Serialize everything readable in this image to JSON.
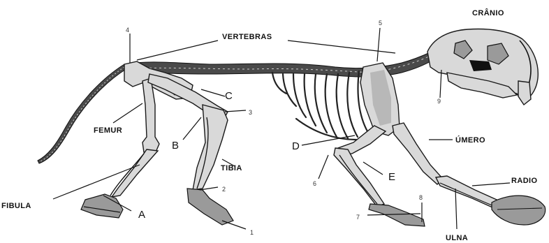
{
  "labels": {
    "vertebras": "VERTEBRAS",
    "cranio": "CRÂNIO",
    "femur": "FEMUR",
    "fibula": "FIBULA",
    "tibia": "TIBIA",
    "umero": "ÚMERO",
    "radio": "RADIO",
    "ulna": "ULNA"
  },
  "letters": {
    "a": "A",
    "b": "B",
    "c": "C",
    "d": "D",
    "e": "E"
  },
  "numbers": {
    "n1": "1",
    "n2": "2",
    "n3": "3",
    "n4": "4",
    "n5": "5",
    "n6": "6",
    "n7": "7",
    "n8": "8",
    "n9": "9"
  }
}
